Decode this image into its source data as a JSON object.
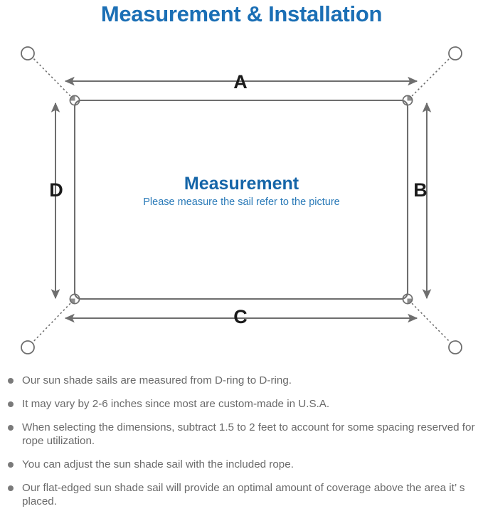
{
  "page": {
    "title": "Measurement & Installation",
    "background_color": "#ffffff",
    "title_color": "#1b6fb5",
    "line_color": "#6e6e6e",
    "text_color": "#6a6a6a"
  },
  "diagram": {
    "name": "sun-shade-sail-measurement-diagram",
    "center_title": "Measurement",
    "center_subtitle": "Please measure the sail refer to the picture",
    "center_title_color": "#1565a8",
    "center_subtitle_color": "#2a7ab8",
    "dimension_labels": [
      {
        "id": "A",
        "label": "A",
        "position": "top"
      },
      {
        "id": "B",
        "label": "B",
        "position": "right"
      },
      {
        "id": "C",
        "label": "C",
        "position": "bottom"
      },
      {
        "id": "D",
        "label": "D",
        "position": "left"
      }
    ],
    "corner_rings": [
      {
        "id": "top-left",
        "label": "d-ring"
      },
      {
        "id": "top-right",
        "label": "d-ring"
      },
      {
        "id": "bottom-left",
        "label": "d-ring"
      },
      {
        "id": "bottom-right",
        "label": "d-ring"
      }
    ],
    "anchor_points": [
      {
        "id": "anchor-top-left"
      },
      {
        "id": "anchor-top-right"
      },
      {
        "id": "anchor-bottom-left"
      },
      {
        "id": "anchor-bottom-right"
      }
    ]
  },
  "notes": {
    "bullet_color": "#7a7a7a",
    "items": [
      "Our sun shade sails are measured from D-ring to D-ring.",
      "It may vary by 2-6 inches since most are custom-made in U.S.A.",
      "When selecting the dimensions, subtract 1.5 to 2 feet to account for some spacing reserved for rope utilization.",
      "You can adjust the sun shade sail with the included rope.",
      "Our flat-edged sun shade sail will provide an optimal amount of coverage above the area it’ s placed."
    ]
  }
}
